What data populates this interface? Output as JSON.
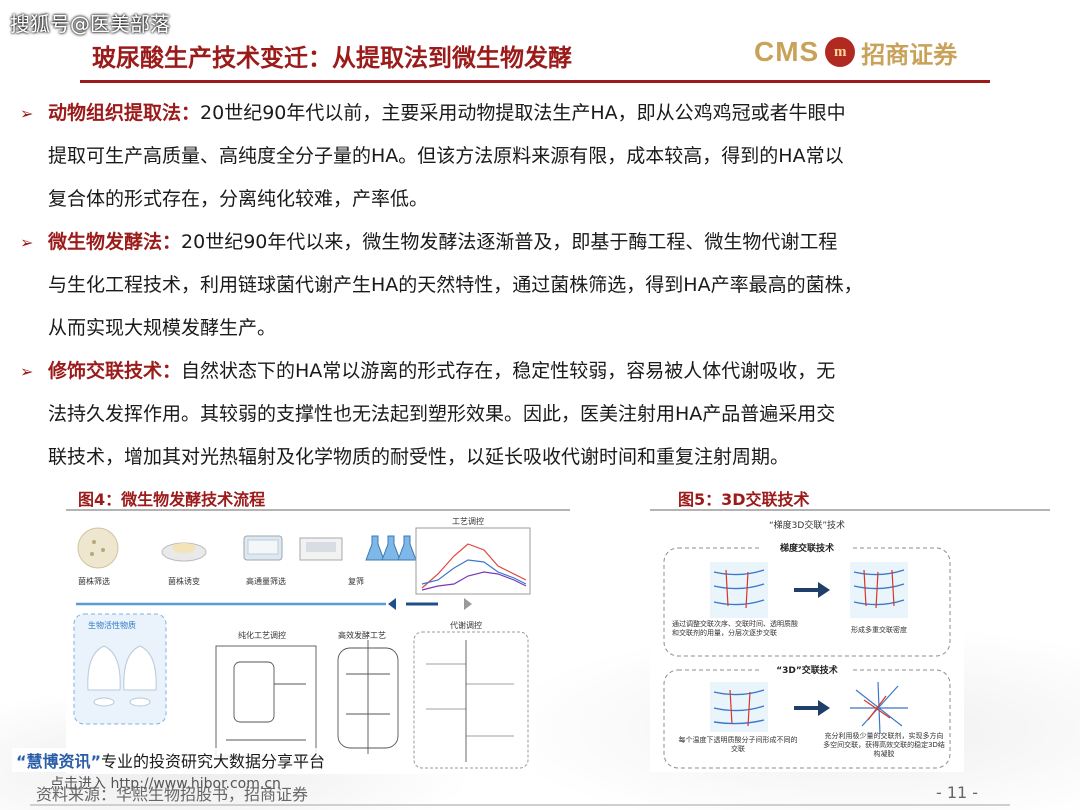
{
  "watermark": "搜狐号@医美部落",
  "header": {
    "title": "玻尿酸生产技术变迁：从提取法到微生物发酵",
    "logo_cms": "CMS",
    "logo_mark": "m",
    "logo_name": "招商证券"
  },
  "bullets": [
    {
      "lead": "动物组织提取法：",
      "lines": [
        "20世纪90年代以前，主要采用动物提取法生产HA，即从公鸡鸡冠或者牛眼中",
        "提取可生产高质量、高纯度全分子量的HA。但该方法原料来源有限，成本较高，得到的HA常以",
        "复合体的形式存在，分离纯化较难，产率低。"
      ]
    },
    {
      "lead": "微生物发酵法：",
      "lines": [
        "20世纪90年代以来，微生物发酵法逐渐普及，即基于酶工程、微生物代谢工程",
        "与生化工程技术，利用链球菌代谢产生HA的天然特性，通过菌株筛选，得到HA产率最高的菌株，",
        "从而实现大规模发酵生产。"
      ]
    },
    {
      "lead": "修饰交联技术：",
      "lines": [
        "自然状态下的HA常以游离的形式存在，稳定性较弱，容易被人体代谢吸收，无",
        "法持久发挥作用。其较弱的支撑性也无法起到塑形效果。因此，医美注射用HA产品普遍采用交",
        "联技术，增加其对光热辐射及化学物质的耐受性，以延长吸收代谢时间和重复注射周期。"
      ]
    }
  ],
  "figure4": {
    "caption": "图4：微生物发酵技术流程",
    "steps": [
      "菌株筛选",
      "菌株诱变",
      "高通量筛选",
      "复筛"
    ],
    "process_control": "工艺调控",
    "metabolic_control": "代谢调控",
    "bioactive": "生物活性物质",
    "purification": "纯化工艺调控",
    "fermentation": "高效发酵工艺"
  },
  "figure5": {
    "caption": "图5：3D交联技术",
    "heading": "“梯度3D交联”技术",
    "gradient_title": "梯度交联技术",
    "gradient_left_text": "通过调整交联次序、交联时间、透明质酸和交联剂的用量，分层次逐步交联",
    "gradient_right_text": "形成多重交联密度",
    "three_d_title": "“3D”交联技术",
    "three_d_left_text": "每个温度下透明质酸分子间形成不同的交联",
    "three_d_right_text": "充分利用极少量的交联剂，实现多方向多空间交联，获得高效交联的稳定3D结构凝胶"
  },
  "footer": {
    "ad_brand": "“慧博资讯”",
    "ad_text": "专业的投资研究大数据分享平台",
    "url": "点击进入 http://www.hibor.com.cn",
    "source": "资料来源：华熙生物招股书，招商证券",
    "page": "- 11 -"
  },
  "colors": {
    "accent": "#9b1b1b",
    "logo_gold": "#c9a25a",
    "flow_blue": "#2e78c8"
  }
}
